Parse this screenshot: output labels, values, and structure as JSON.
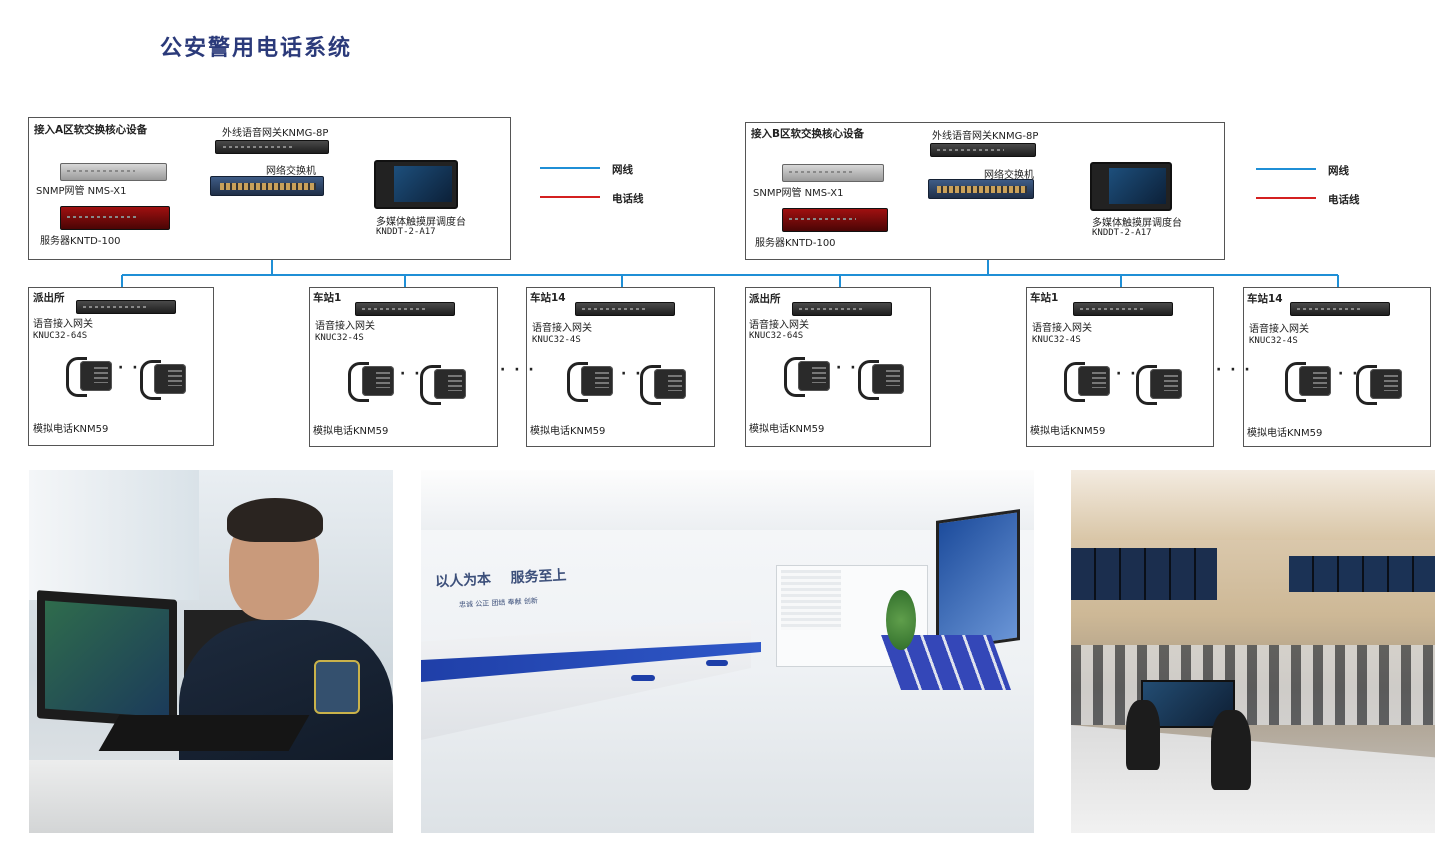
{
  "title": "公安警用电话系统",
  "core_a": {
    "heading": "接入A区软交换核心设备",
    "gateway": "外线语音网关KNMG-8P",
    "switch": "网络交换机",
    "nms": "SNMP网管 NMS-X1",
    "server": "服务器KNTD-100",
    "console_name": "多媒体触摸屏调度台",
    "console_model": "KNDDT-2-A17"
  },
  "core_b": {
    "heading": "接入B区软交换核心设备",
    "gateway": "外线语音网关KNMG-8P",
    "switch": "网络交换机",
    "nms": "SNMP网管 NMS-X1",
    "server": "服务器KNTD-100",
    "console_name": "多媒体触摸屏调度台",
    "console_model": "KNDDT-2-A17"
  },
  "legend": {
    "network": "网线",
    "phone": "电话线",
    "network_color": "#1f8fd6",
    "phone_color": "#d42020"
  },
  "sites": [
    {
      "name": "派出所",
      "gw": "语音接入网关",
      "model": "KNUC32-64S",
      "phone": "模拟电话KNM59"
    },
    {
      "name": "车站1",
      "gw": "语音接入网关",
      "model": "KNUC32-4S",
      "phone": "模拟电话KNM59"
    },
    {
      "name": "车站14",
      "gw": "语音接入网关",
      "model": "KNUC32-4S",
      "phone": "模拟电话KNM59"
    },
    {
      "name": "派出所",
      "gw": "语音接入网关",
      "model": "KNUC32-64S",
      "phone": "模拟电话KNM59"
    },
    {
      "name": "车站1",
      "gw": "语音接入网关",
      "model": "KNUC32-4S",
      "phone": "模拟电话KNM59"
    },
    {
      "name": "车站14",
      "gw": "语音接入网关",
      "model": "KNUC32-4S",
      "phone": "模拟电话KNM59"
    }
  ],
  "ellipsis": "· · ·",
  "phone_dots": "· ·",
  "photos": [
    {
      "icon": "officer-at-workstation-photo"
    },
    {
      "icon": "service-hall-photo",
      "slogan_main": "以人为本    服务至上",
      "slogan_sub": "忠诚  公正  团结  奉献  创新"
    },
    {
      "icon": "command-center-photo"
    }
  ]
}
